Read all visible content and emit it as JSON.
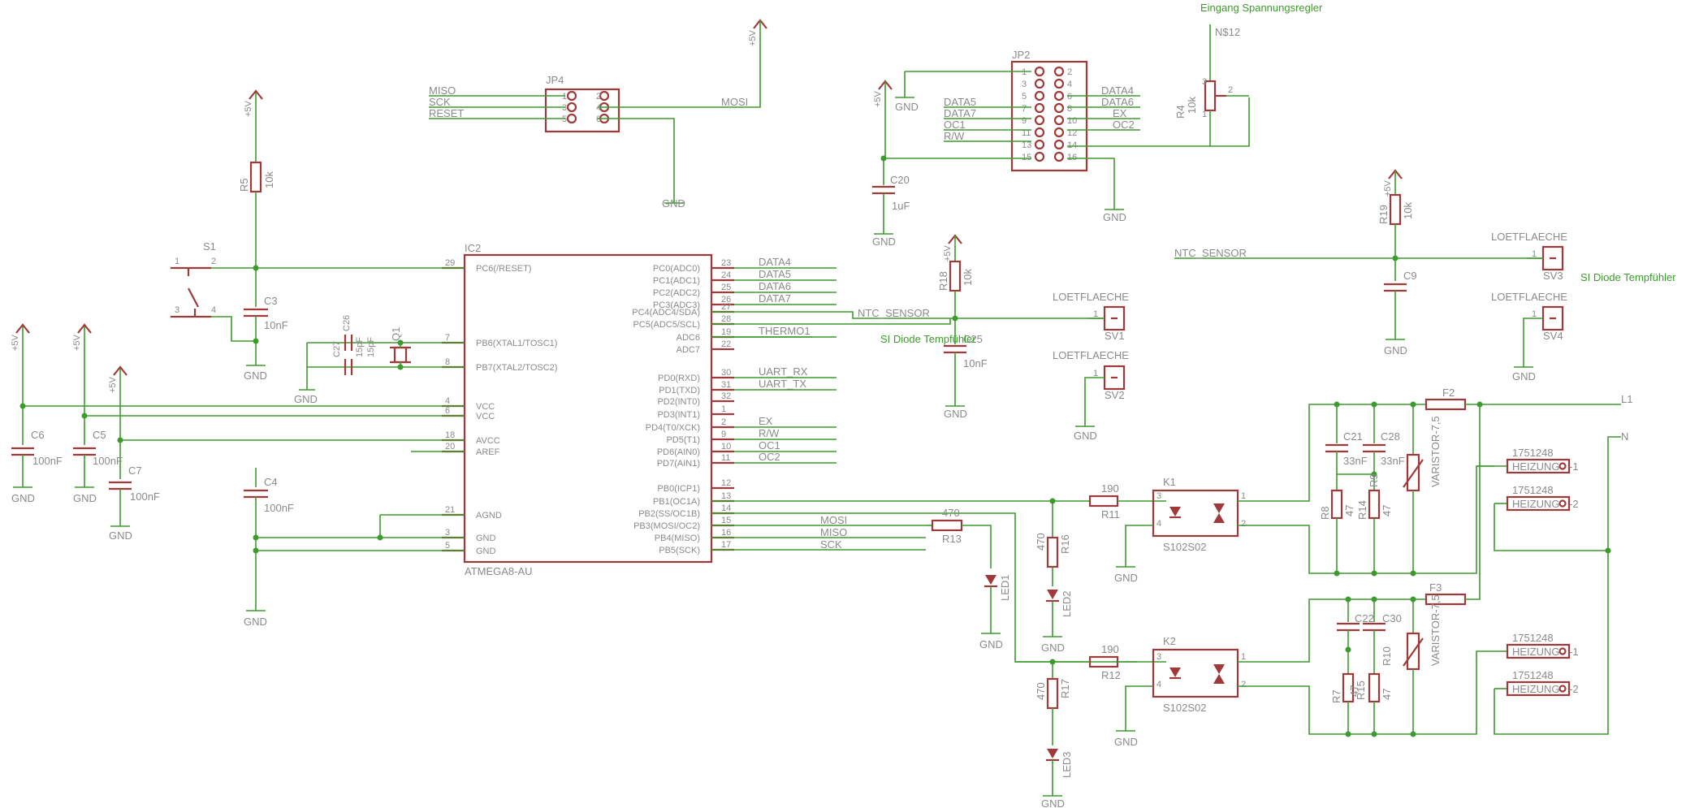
{
  "title": "Eingang Spannungsregler",
  "note1": "SI Diode Tempfühler",
  "note2": "SI Diode Tempfühler",
  "gnd": "GND",
  "vcc": "+5V",
  "ic2": {
    "name": "IC2",
    "value": "ATMEGA8-AU",
    "left": [
      {
        "num": "29",
        "label": "PC6(/RESET)"
      },
      {
        "num": "7",
        "label": "PB6(XTAL1/TOSC1)"
      },
      {
        "num": "8",
        "label": "PB7(XTAL2/TOSC2)"
      },
      {
        "num": "4",
        "label": "VCC"
      },
      {
        "num": "6",
        "label": "VCC"
      },
      {
        "num": "18",
        "label": "AVCC"
      },
      {
        "num": "20",
        "label": "AREF"
      },
      {
        "num": "21",
        "label": "AGND"
      },
      {
        "num": "3",
        "label": "GND"
      },
      {
        "num": "5",
        "label": "GND"
      }
    ],
    "right": [
      {
        "num": "23",
        "label": "PC0(ADC0)",
        "net": "DATA4"
      },
      {
        "num": "24",
        "label": "PC1(ADC1)",
        "net": "DATA5"
      },
      {
        "num": "25",
        "label": "PC2(ADC2)",
        "net": "DATA6"
      },
      {
        "num": "26",
        "label": "PC3(ADC3)",
        "net": "DATA7"
      },
      {
        "num": "27",
        "label": "PC4(ADC4/SDA)",
        "net": "NTC_SENSOR"
      },
      {
        "num": "28",
        "label": "PC5(ADC5/SCL)",
        "net": ""
      },
      {
        "num": "19",
        "label": "ADC6",
        "net": "THERMO1"
      },
      {
        "num": "22",
        "label": "ADC7",
        "net": ""
      },
      {
        "num": "30",
        "label": "PD0(RXD)",
        "net": "UART_RX"
      },
      {
        "num": "31",
        "label": "PD1(TXD)",
        "net": "UART_TX"
      },
      {
        "num": "32",
        "label": "PD2(INT0)",
        "net": ""
      },
      {
        "num": "1",
        "label": "PD3(INT1)",
        "net": ""
      },
      {
        "num": "2",
        "label": "PD4(T0/XCK)",
        "net": "EX"
      },
      {
        "num": "9",
        "label": "PD5(T1)",
        "net": "R/W"
      },
      {
        "num": "10",
        "label": "PD6(AIN0)",
        "net": "OC1"
      },
      {
        "num": "11",
        "label": "PD7(AIN1)",
        "net": "OC2"
      },
      {
        "num": "12",
        "label": "PB0(ICP1)",
        "net": ""
      },
      {
        "num": "13",
        "label": "PB1(OC1A)",
        "net": ""
      },
      {
        "num": "14",
        "label": "PB2(SS/OC1B)",
        "net": ""
      },
      {
        "num": "15",
        "label": "PB3(MOSI/OC2)",
        "net": "MOSI"
      },
      {
        "num": "16",
        "label": "PB4(MISO)",
        "net": "MISO"
      },
      {
        "num": "17",
        "label": "PB5(SCK)",
        "net": "SCK"
      }
    ]
  },
  "jp4": {
    "name": "JP4",
    "pins": [
      "1",
      "2",
      "3",
      "4",
      "5",
      "6"
    ],
    "nets": [
      "MISO",
      "SCK",
      "RESET",
      "MOSI"
    ]
  },
  "jp2": {
    "name": "JP2",
    "left_pins": [
      "1",
      "3",
      "5",
      "7",
      "9",
      "11",
      "13",
      "15"
    ],
    "right_pins": [
      "2",
      "4",
      "6",
      "8",
      "10",
      "12",
      "14",
      "16"
    ],
    "left_nets": [
      "DATA5",
      "DATA7",
      "OC1",
      "R/W"
    ],
    "right_nets": [
      "DATA4",
      "DATA6",
      "EX",
      "OC2"
    ]
  },
  "s1": {
    "name": "S1",
    "pins": [
      "1",
      "2",
      "3",
      "4"
    ]
  },
  "q1": "Q1",
  "nets_misc": {
    "ntc": "NTC_SENSOR",
    "n12": "N$12",
    "l1": "L1",
    "n": "N"
  },
  "resistors": {
    "r5": {
      "name": "R5",
      "value": "10k"
    },
    "r4": {
      "name": "R4",
      "value": "10k",
      "pins": [
        "1",
        "2",
        "3"
      ]
    },
    "r18": {
      "name": "R18",
      "value": "10k"
    },
    "r19": {
      "name": "R19",
      "value": "10k"
    },
    "r11": {
      "name": "R11",
      "value": "190"
    },
    "r12": {
      "name": "R12",
      "value": "190"
    },
    "r13": {
      "name": "R13",
      "value": "470"
    },
    "r16": {
      "name": "R16",
      "value": "470"
    },
    "r17": {
      "name": "R17",
      "value": "470"
    },
    "r8": {
      "name": "R8",
      "value": "47"
    },
    "r14": {
      "name": "R14",
      "value": "47"
    },
    "r9": {
      "name": "R9",
      "value": "47"
    },
    "r7": {
      "name": "R7",
      "value": "47"
    },
    "r15": {
      "name": "R15",
      "value": "47"
    },
    "r10": {
      "name": "R10",
      "value": "47"
    }
  },
  "caps": {
    "c3": {
      "name": "C3",
      "value": "10nF"
    },
    "c20": {
      "name": "C20",
      "value": "1uF"
    },
    "c25": {
      "name": "C25",
      "value": "10nF"
    },
    "c9": {
      "name": "C9",
      "value": ""
    },
    "c6": {
      "name": "C6",
      "value": "100nF"
    },
    "c5": {
      "name": "C5",
      "value": "100nF"
    },
    "c7": {
      "name": "C7",
      "value": "100nF"
    },
    "c4": {
      "name": "C4",
      "value": "100nF"
    },
    "c21": {
      "name": "C21",
      "value": "33nF"
    },
    "c28": {
      "name": "C28",
      "value": "33nF"
    },
    "c22": {
      "name": "C22",
      "value": ""
    },
    "c30": {
      "name": "C30",
      "value": ""
    },
    "c26": {
      "name": "C26",
      "value": "15pF"
    },
    "c27": {
      "name": "C27",
      "value": "15pF"
    }
  },
  "pads": {
    "label": "LOETFLAECHE",
    "sv1": "SV1",
    "sv2": "SV2",
    "sv3": "SV3",
    "sv4": "SV4",
    "pin": "1"
  },
  "relays": {
    "k1": "K1",
    "k2": "K2",
    "value": "S102S02",
    "pins": [
      "1",
      "2",
      "3",
      "4"
    ]
  },
  "fuses": {
    "f2": "F2",
    "f3": "F3"
  },
  "varistor": "VARISTOR-7,5",
  "leds": {
    "led1": "LED1",
    "led2": "LED2",
    "led3": "LED3"
  },
  "heizung": {
    "part": "1751248",
    "label": "HEIZUNG",
    "pins": [
      "-1",
      "-2",
      "-1",
      "-2"
    ]
  }
}
